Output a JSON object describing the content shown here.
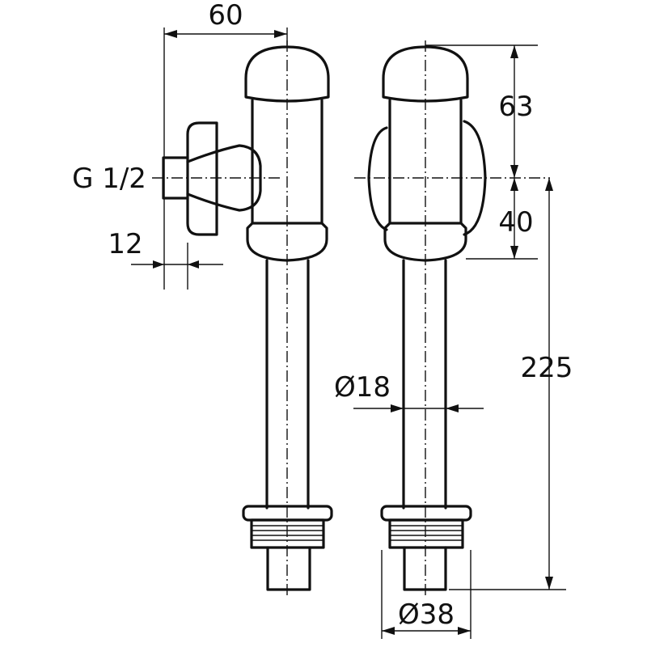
{
  "dimensions": {
    "width_total": "60",
    "connection_thread": "G 1/2",
    "stem_depth": "12",
    "head_height": "63",
    "body_lower": "40",
    "overall_length": "225",
    "pipe_diameter": "Ø18",
    "nut_diameter": "Ø38"
  }
}
